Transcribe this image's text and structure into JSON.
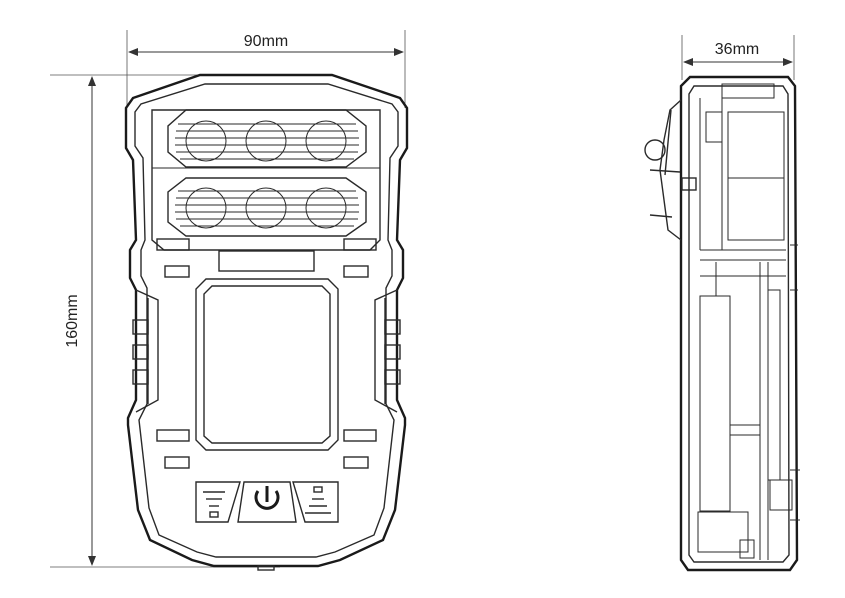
{
  "dimensions": {
    "width_label": "90mm",
    "height_label": "160mm",
    "depth_label": "36mm"
  },
  "buttons": [
    {
      "icon": "stacked-bars-down-icon"
    },
    {
      "icon": "power-icon"
    },
    {
      "icon": "stacked-bars-up-icon"
    }
  ],
  "colors": {
    "line": "#1a1a1a",
    "background": "#ffffff"
  }
}
